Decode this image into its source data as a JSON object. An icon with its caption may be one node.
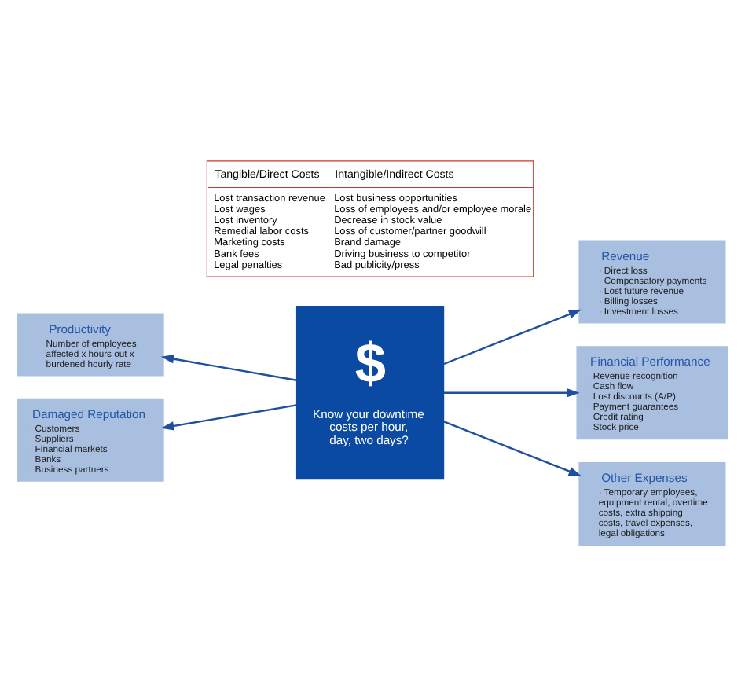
{
  "diagram": {
    "nodes": [
      {
        "text": [
          "Productivity",
          "Number of employees affected x hours out x burdened hourly rate"
        ]
      },
      {
        "text": [
          "$",
          "Know your downtime costs per hour, day, two days?"
        ]
      },
      {
        "text": [
          "Revenue",
          "· Direct loss",
          "· Compensatory payments",
          "· Lost future revenue",
          "· Billing losses",
          "· Investment losses"
        ]
      },
      {
        "text": [
          "Damaged Reputation",
          "· Customers",
          "· Suppliers",
          "· Financial markets",
          "· Banks",
          "· Business partners"
        ]
      },
      {
        "text": [
          "Financial Performance",
          "· Revenue recognition",
          "· Cash flow",
          "· Lost discounts (A/P)",
          "· Payment guarantees",
          "· Credit rating",
          "· Stock price"
        ]
      },
      {
        "text": [
          "Other Expenses",
          "· Temporary employees, equipment rental, overtime costs, extra shipping costs, travel expenses, legal obligations"
        ]
      }
    ],
    "edges": [
      {
        "from": 1,
        "to": 0,
        "arrow": "to"
      },
      {
        "from": 1,
        "to": 2,
        "arrow": "to"
      },
      {
        "from": 1,
        "to": 3,
        "arrow": "to"
      },
      {
        "from": 1,
        "to": 4,
        "arrow": "to"
      },
      {
        "from": 1,
        "to": 5,
        "arrow": "to"
      }
    ],
    "labels": [
      "Tangible/Direct Costs",
      "Intangible/Indirect Costs",
      "Lost transaction revenue",
      "Lost business opportunities",
      "Lost wages",
      "Loss of employees and/or employee morale",
      "Lost inventory",
      "Decrease in stock value",
      "Remedial labor costs",
      "Loss of customer/partner goodwill",
      "Marketing costs",
      "Brand damage",
      "Bank fees",
      "Driving business to competitor",
      "Legal penalties",
      "Bad publicity/press"
    ]
  }
}
